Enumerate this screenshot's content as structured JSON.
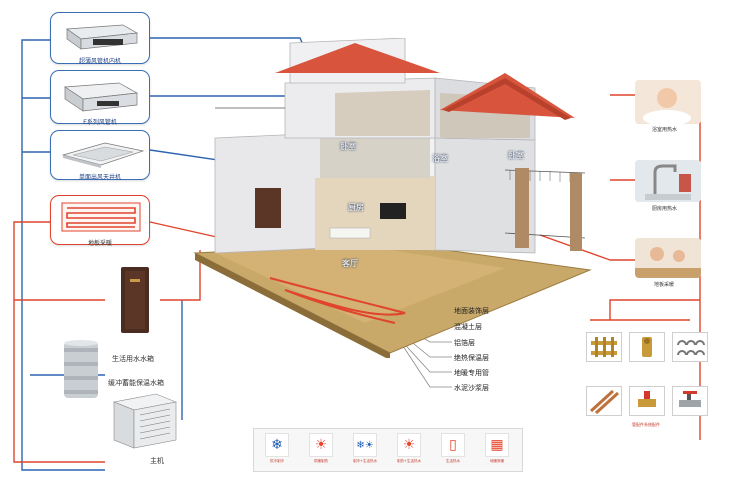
{
  "devices_left": [
    {
      "label": "超薄风管机内机"
    },
    {
      "label": "E系列风管机"
    },
    {
      "label": "单面出风天井机"
    },
    {
      "label": "地板采暖"
    }
  ],
  "equipment": {
    "hot_water_tank": "生活用水水箱",
    "buffer_tank": "缓冲蓄能保温水箱",
    "main_unit": "主机"
  },
  "rooms": [
    "卧室",
    "浴室",
    "卧室",
    "厨房",
    "客厅"
  ],
  "floor_layers": [
    "地面装饰层",
    "混凝土层",
    "铝箔层",
    "绝热保温层",
    "地暖专用管",
    "水泥沙浆层"
  ],
  "right_panel": {
    "photo_labels": [
      "浴室用热水",
      "厨房用热水",
      "地板采暖"
    ],
    "parts_caption": "管配件系统配件"
  },
  "legend": [
    {
      "icon": "snowflake-icon",
      "glyph": "❄",
      "color": "#1f5fb5",
      "label": "供冷制冷"
    },
    {
      "icon": "sun-icon",
      "glyph": "☀",
      "color": "#e8452c",
      "label": "供暖制热"
    },
    {
      "icon": "snowflake-sun-icon",
      "glyph": "❄☀",
      "color": "#1f5fb5",
      "label": "制冷+生活热水"
    },
    {
      "icon": "sun-water-icon",
      "glyph": "☀",
      "color": "#e8452c",
      "label": "制热+生活热水"
    },
    {
      "icon": "water-tank-icon",
      "glyph": "▯",
      "color": "#e8452c",
      "label": "生活热水"
    },
    {
      "icon": "floor-heating-icon",
      "glyph": "▦",
      "color": "#e8452c",
      "label": "地暖采暖"
    }
  ],
  "colors": {
    "cooling_line": "#2f64b0",
    "heating_line": "#e0442c",
    "roof": "#d8543c"
  }
}
